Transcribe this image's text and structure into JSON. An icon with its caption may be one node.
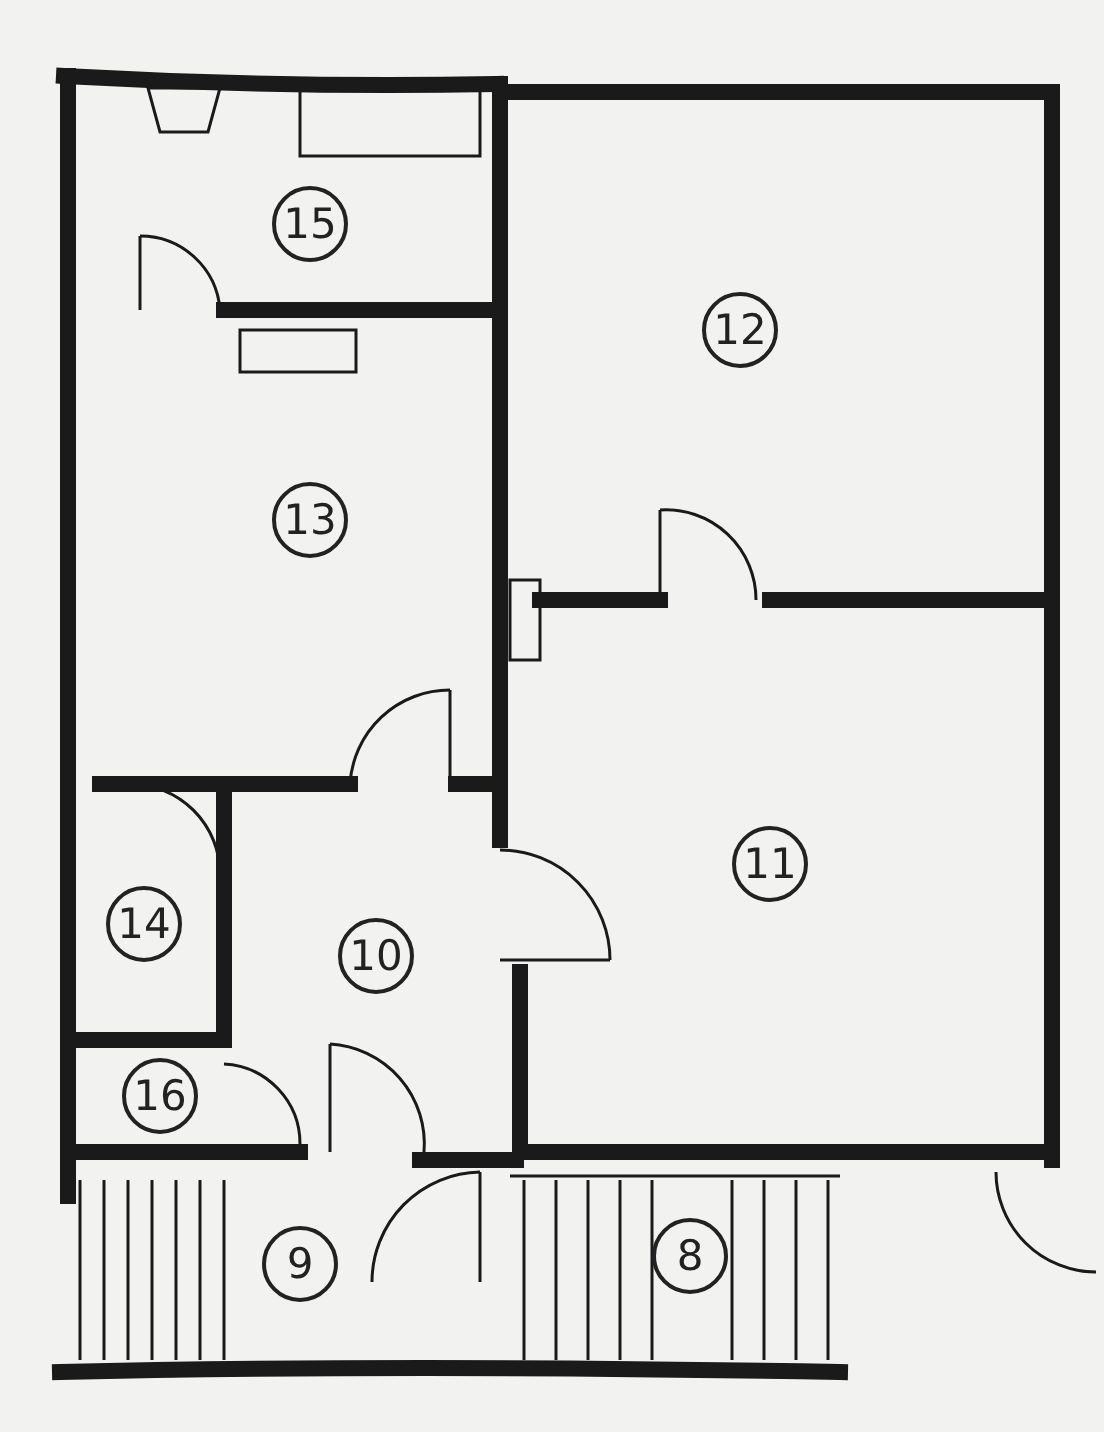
{
  "diagram": {
    "nodes": [
      {
        "text": [
          "15"
        ]
      },
      {
        "text": [
          "12"
        ]
      },
      {
        "text": [
          "13"
        ]
      },
      {
        "text": [
          "11"
        ]
      },
      {
        "text": [
          "14"
        ]
      },
      {
        "text": [
          "10"
        ]
      },
      {
        "text": [
          "16"
        ]
      },
      {
        "text": [
          "9"
        ]
      },
      {
        "text": [
          "8"
        ]
      }
    ]
  }
}
